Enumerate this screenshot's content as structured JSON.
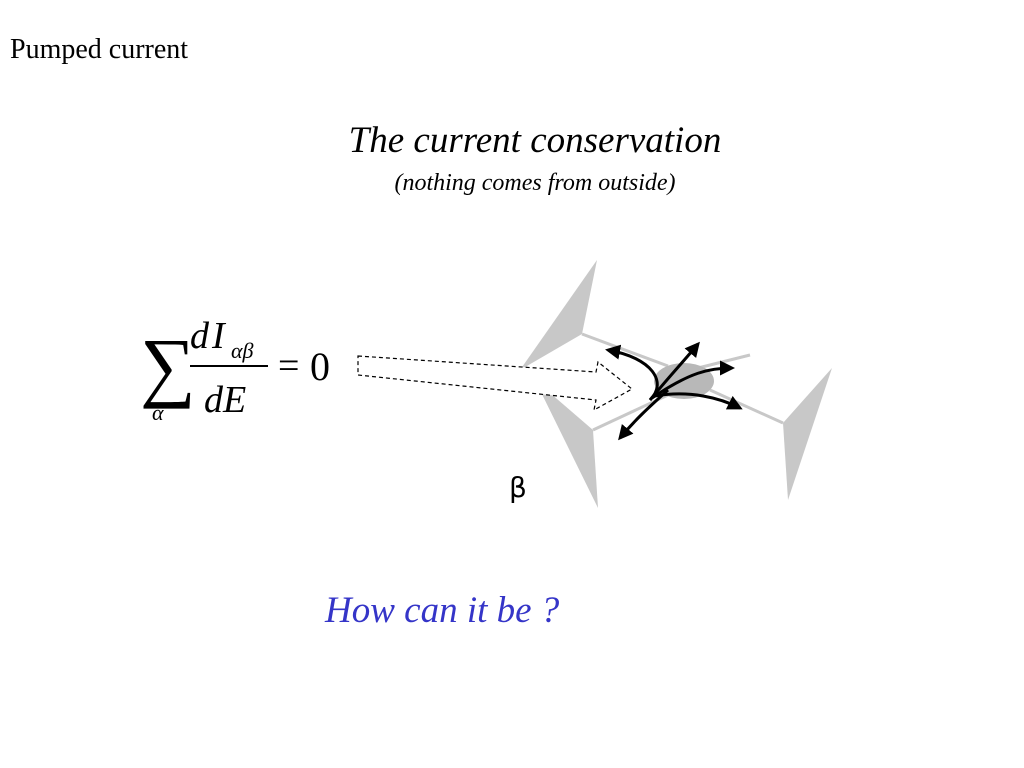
{
  "slide": {
    "title": "Pumped current",
    "heading": "The current conservation",
    "subheading": "(nothing comes from outside)",
    "question": "How can it be ?"
  },
  "formula": {
    "sum_symbol": "∑",
    "sum_index": "α",
    "numerator_d": "d",
    "numerator_I": "I",
    "numerator_sub": "αβ",
    "denominator": "dE",
    "equals": "=",
    "rhs": "0"
  },
  "diagram": {
    "beta_label": "β",
    "colors": {
      "lead_gray": "#c8c8c8",
      "arrow_black": "#000000",
      "question_blue": "#3535c8"
    }
  }
}
